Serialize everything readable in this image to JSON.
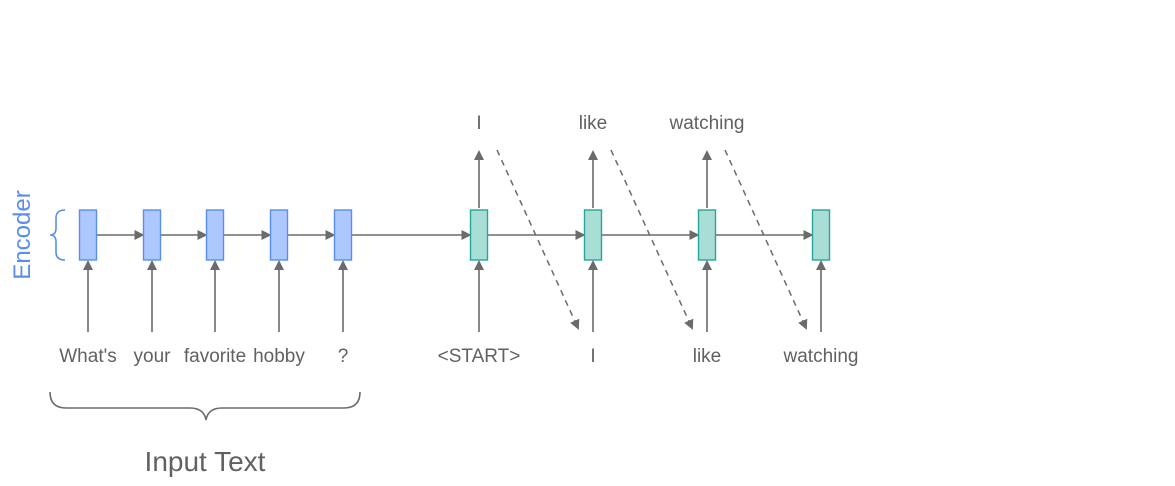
{
  "labels": {
    "encoder": "Encoder",
    "input_text": "Input Text"
  },
  "encoder_inputs": [
    "What's",
    "your",
    "favorite",
    "hobby",
    "?"
  ],
  "decoder_inputs": [
    "<START>",
    "I",
    "like",
    "watching"
  ],
  "decoder_outputs": [
    "I",
    "like",
    "watching"
  ],
  "colors": {
    "encoder_fill": "#adc8ff",
    "encoder_stroke": "#5a8eec",
    "decoder_fill": "#a8ded6",
    "decoder_stroke": "#26a69a",
    "arrow": "#6b6b6b",
    "text": "#616161",
    "encoder_label": "#5a8eec"
  }
}
